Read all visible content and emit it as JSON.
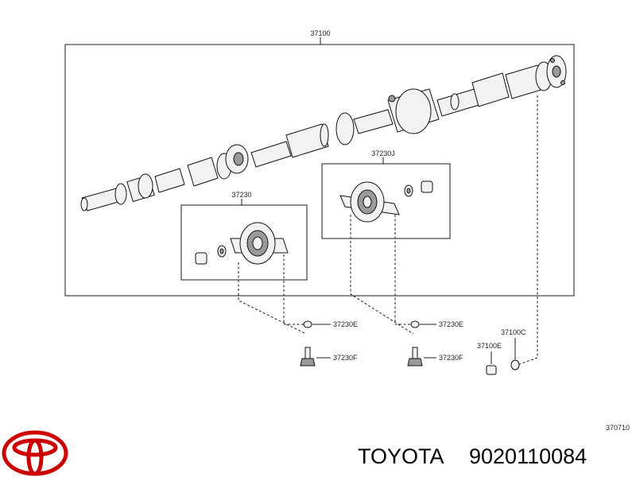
{
  "diagram": {
    "labels": {
      "shaft_assembly": "37100",
      "bearing_front": "37230",
      "bearing_rear": "37230J",
      "washer_left": "37230E",
      "bolt_left": "37230F",
      "washer_right": "37230E",
      "bolt_right": "37230F",
      "nut": "37100E",
      "washer_flange": "37100C",
      "drawing_code": "370710"
    }
  },
  "brand": {
    "name": "TOYOTA",
    "part_number": "9020110084",
    "logo_color": "#cc0000"
  }
}
